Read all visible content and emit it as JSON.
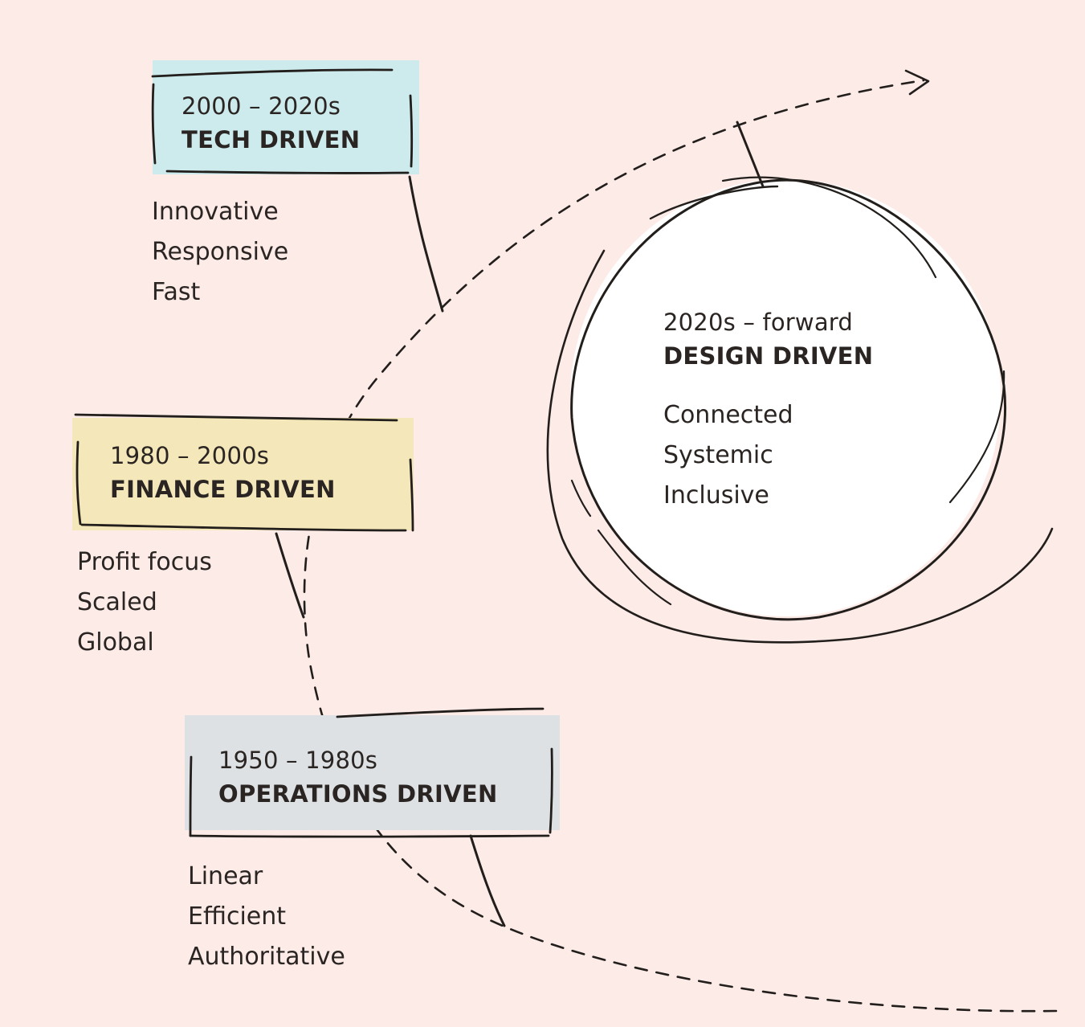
{
  "periods": [
    {
      "id": "tech",
      "range": "2000 – 2020s",
      "title": "TECH DRIVEN",
      "color": "#cdeaec",
      "traits": [
        "Innovative",
        "Responsive",
        "Fast"
      ]
    },
    {
      "id": "finance",
      "range": "1980 – 2000s",
      "title": "FINANCE DRIVEN",
      "color": "#f4e7b9",
      "traits": [
        "Profit focus",
        "Scaled",
        "Global"
      ]
    },
    {
      "id": "operations",
      "range": "1950 – 1980s",
      "title": "OPERATIONS DRIVEN",
      "color": "#dde1e4",
      "traits": [
        "Linear",
        "Efficient",
        "Authoritative"
      ]
    }
  ],
  "future": {
    "range": "2020s – forward",
    "title": "DESIGN DRIVEN",
    "traits": [
      "Connected",
      "Systemic",
      "Inclusive"
    ]
  },
  "colors": {
    "background": "#fdebe8",
    "ink": "#221e1b",
    "circle_fill": "#ffffff"
  }
}
